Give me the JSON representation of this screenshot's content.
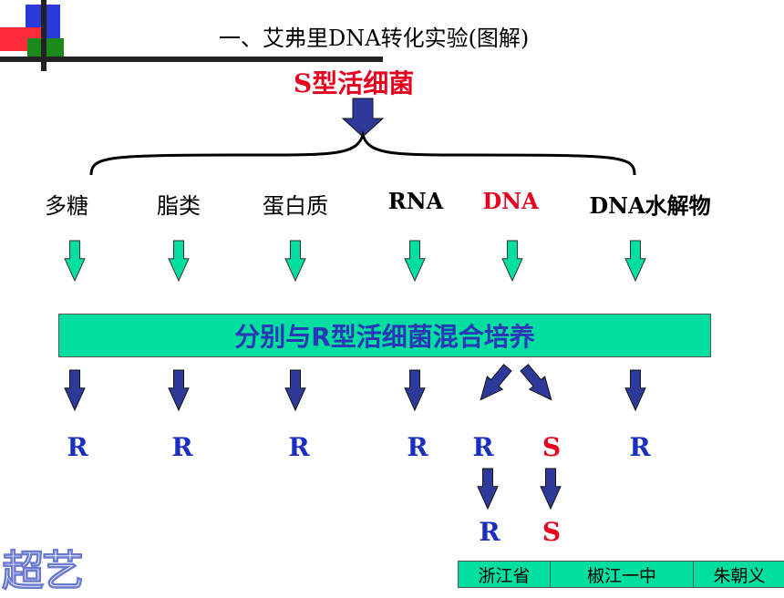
{
  "title": "一、艾弗里DNA转化实验(图解)",
  "subject": "S型活细菌",
  "components": [
    {
      "label": "多糖",
      "type": "zh"
    },
    {
      "label": "脂类",
      "type": "zh"
    },
    {
      "label": "蛋白质",
      "type": "zh"
    },
    {
      "label": "RNA",
      "type": "en"
    },
    {
      "label": "DNA",
      "type": "en",
      "color": "#e8001e"
    },
    {
      "label": "DNA水解物",
      "type": "en"
    }
  ],
  "mix_label": "分别与R型活细菌混合培养",
  "results": {
    "row1": [
      "R",
      "R",
      "R",
      "R",
      "R",
      "S",
      "R"
    ],
    "row2": [
      "R",
      "S"
    ]
  },
  "colors": {
    "R": "#1a2fc0",
    "S": "#e8001e",
    "accent": "#00dea0",
    "arrow_dark": "#2e3a9a"
  },
  "footer": [
    "浙江省",
    "椒江一中",
    "朱朝义"
  ],
  "logo": "超艺"
}
